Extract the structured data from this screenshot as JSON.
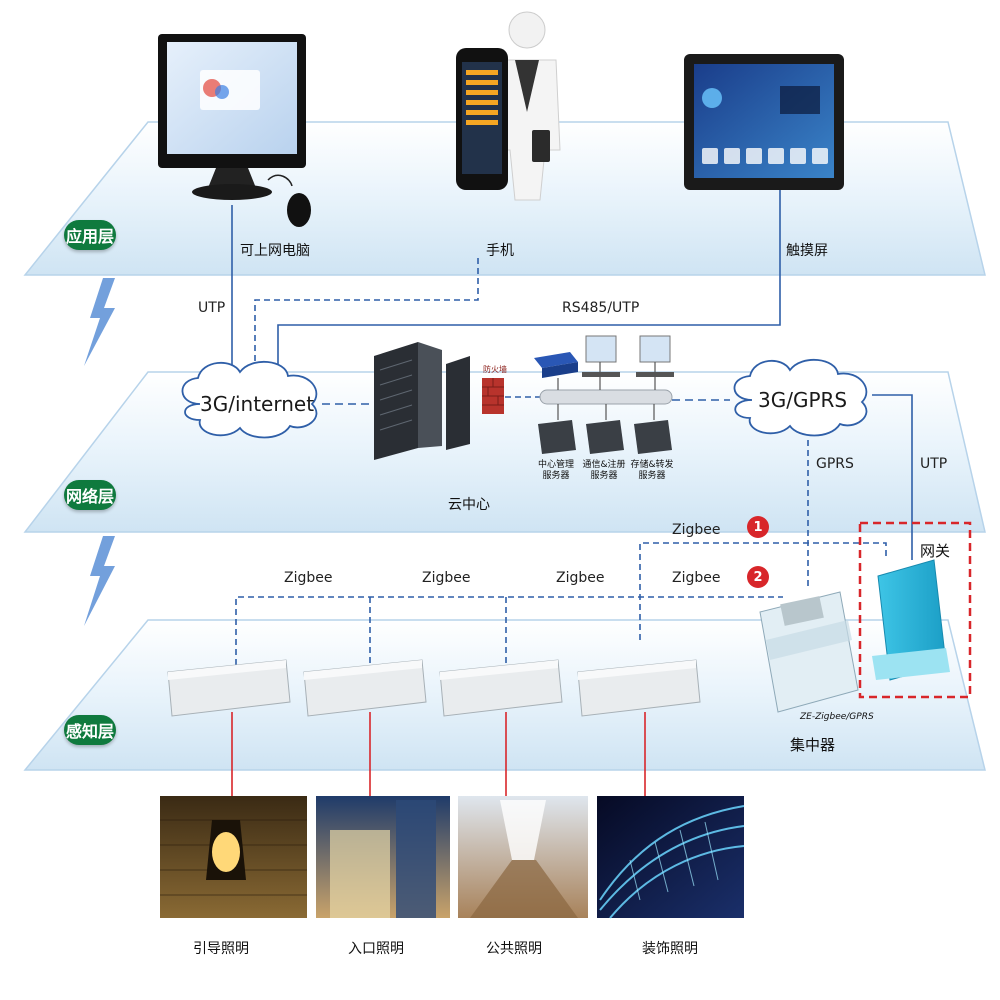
{
  "layers": {
    "application": "应用层",
    "network": "网络层",
    "perception": "感知层"
  },
  "devices": {
    "pc": "可上网电脑",
    "phone": "手机",
    "touchscreen": "触摸屏",
    "cloud_center": "云中心",
    "concentrator": "集中器",
    "gateway": "网关",
    "firewall": "防火墙",
    "concentrator_model": "ZE-Zigbee/GPRS"
  },
  "clouds": {
    "internet": "3G/internet",
    "gprs": "3G/GPRS"
  },
  "servers": [
    "中心管理\n服务器",
    "通信&注册\n服务器",
    "存储&转发\n服务器"
  ],
  "links": {
    "utp_left": "UTP",
    "rs485": "RS485/UTP",
    "gprs": "GPRS",
    "utp_right": "UTP",
    "zigbee_1": "Zigbee",
    "zigbee_2": "Zigbee",
    "zigbee_3": "Zigbee",
    "zigbee_4": "Zigbee",
    "zigbee_top": "Zigbee"
  },
  "markers": [
    "1",
    "2"
  ],
  "lighting": [
    "引导照明",
    "入口照明",
    "公共照明",
    "装饰照明"
  ],
  "colors": {
    "badge": "#0f7a3e",
    "marker": "#d8262a",
    "dash_link": "#2f5fa8",
    "red_wire": "#d8262a",
    "gateway_box": "#d8262a"
  }
}
